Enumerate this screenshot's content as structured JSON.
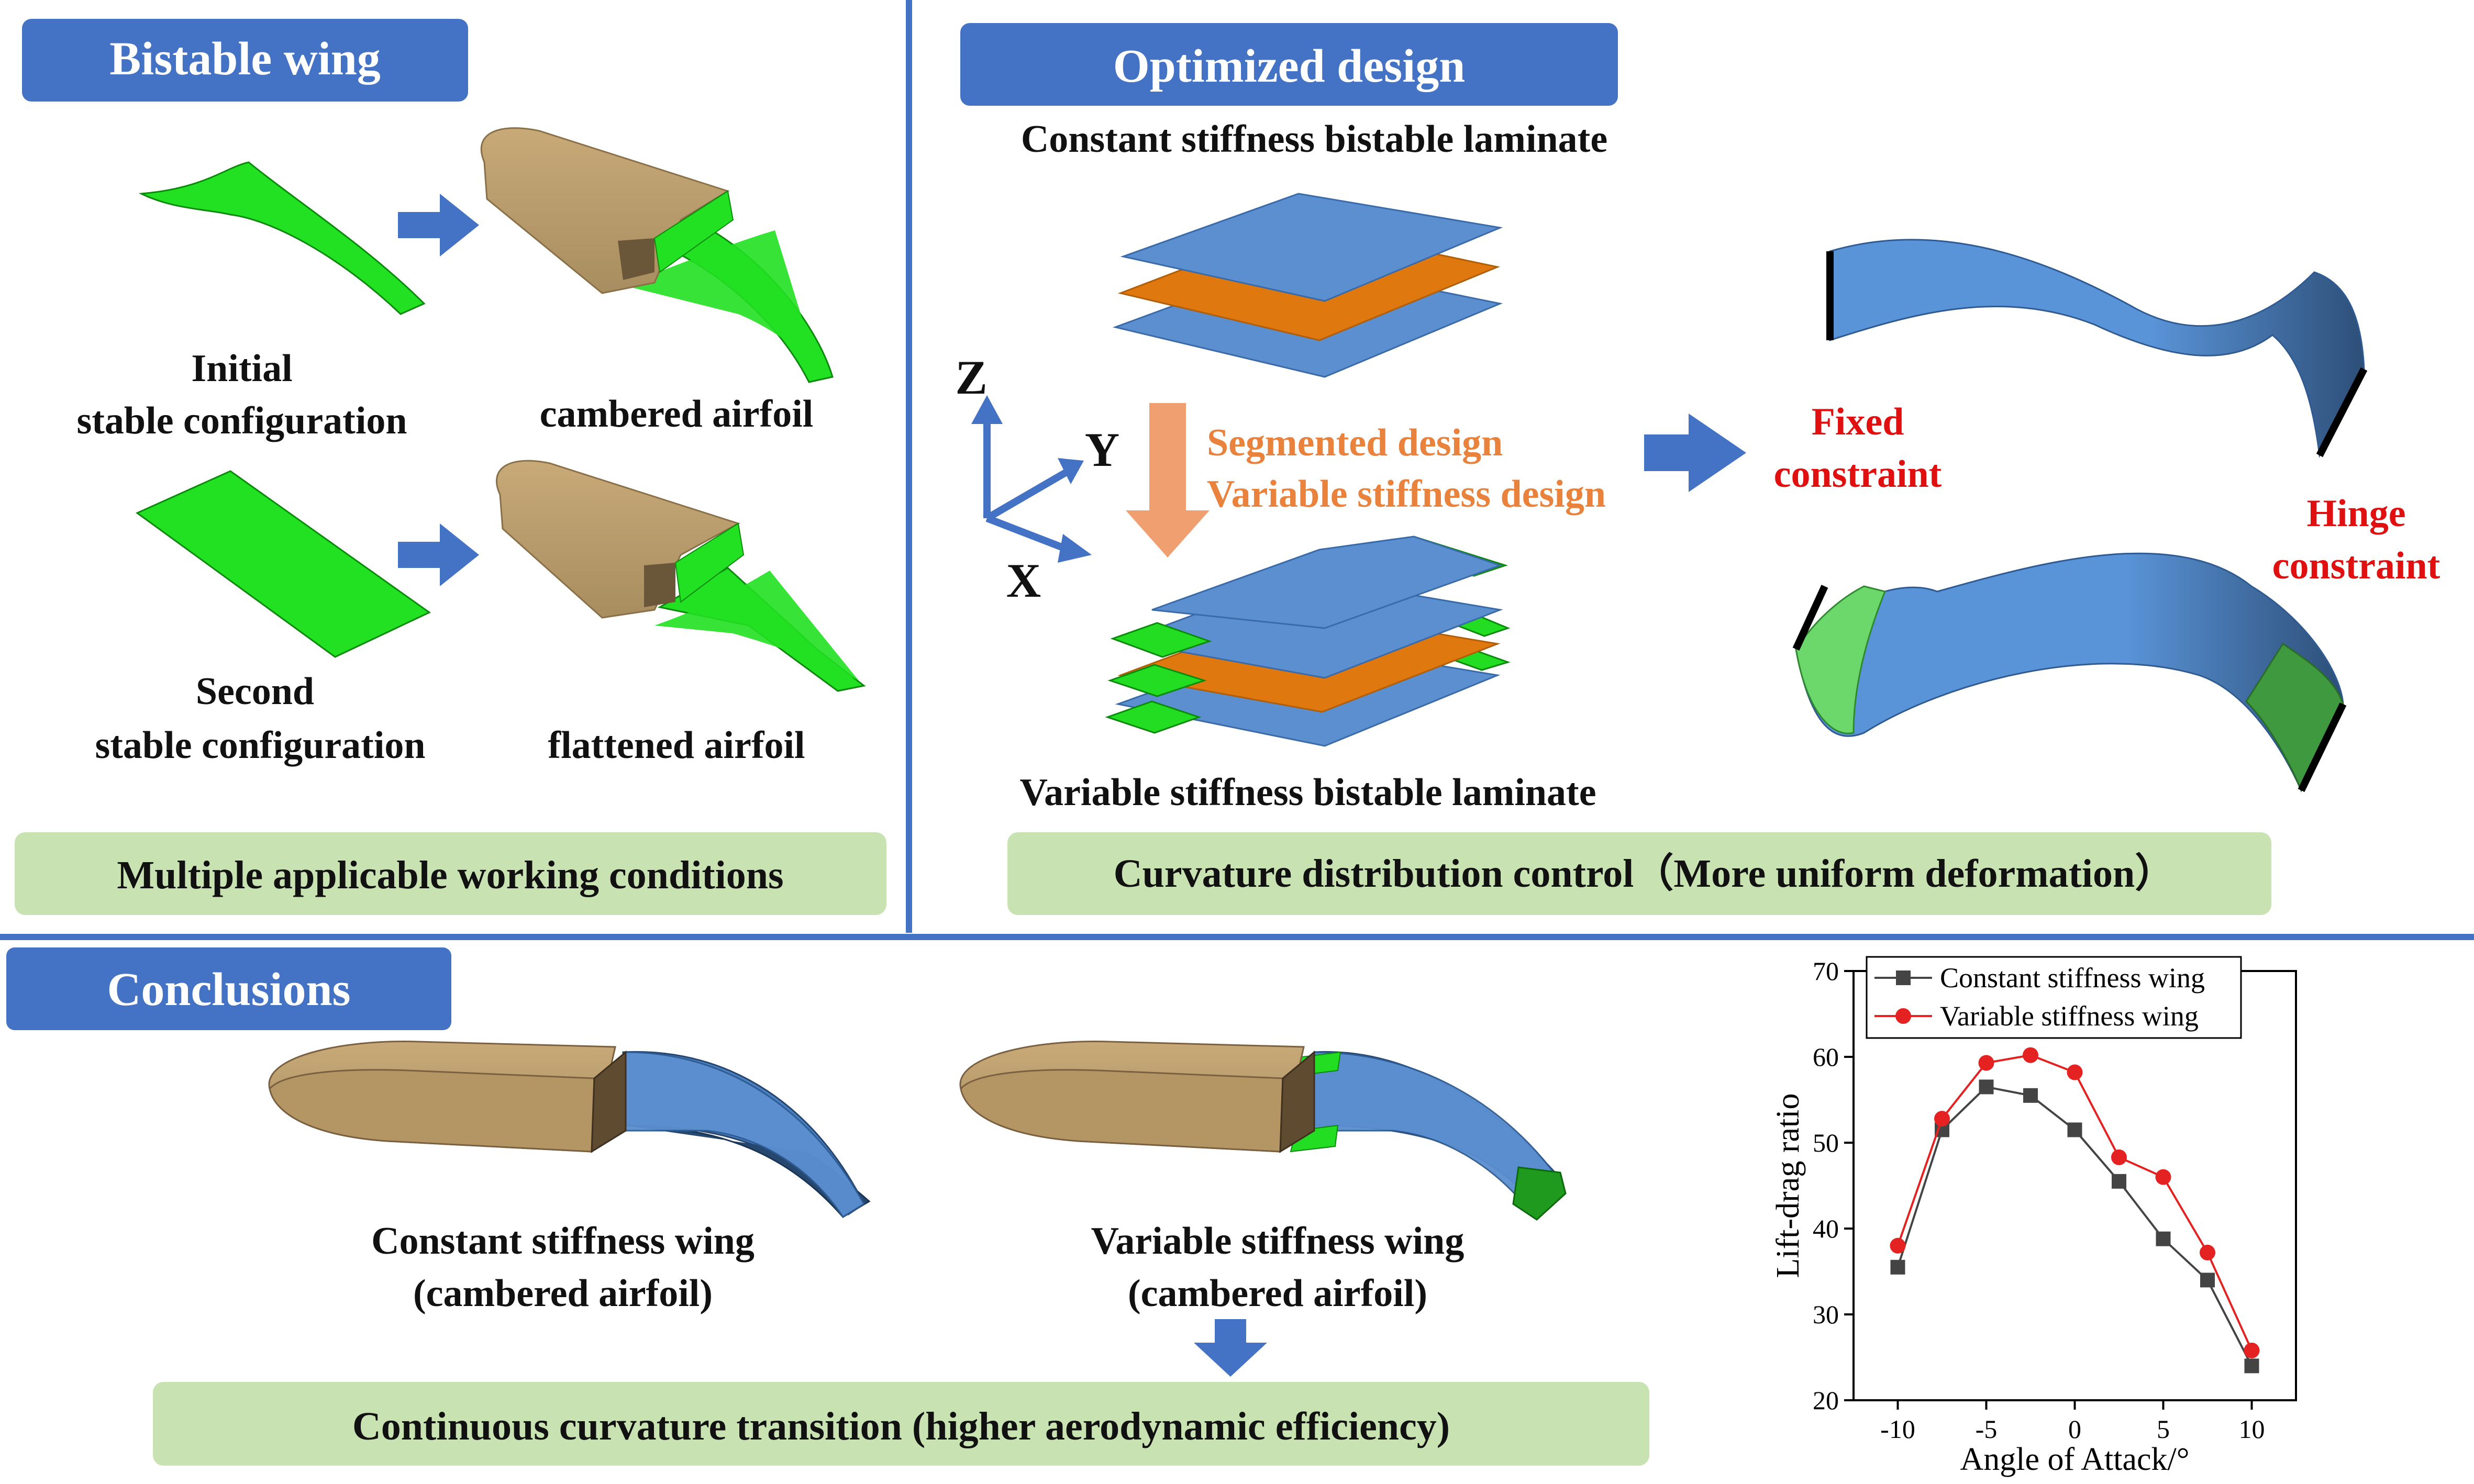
{
  "bistable_panel": {
    "title": "Bistable wing",
    "initial_label": [
      "Initial",
      "stable configuration"
    ],
    "cambered_label": "cambered airfoil",
    "second_label": [
      "Second",
      "stable configuration"
    ],
    "flattened_label": "flattened airfoil",
    "footer": "Multiple applicable working conditions"
  },
  "optimized_panel": {
    "title": "Optimized design",
    "constant_laminate": "Constant stiffness bistable laminate",
    "variable_laminate": "Variable stiffness bistable laminate",
    "axes": [
      "Z",
      "Y",
      "X"
    ],
    "design_notes": [
      "Segmented design",
      "Variable stiffness design"
    ],
    "fixed_label": [
      "Fixed",
      "constraint"
    ],
    "hinge_label": [
      "Hinge",
      "constraint"
    ],
    "footer": "Curvature distribution control（More uniform deformation）"
  },
  "conclusions_panel": {
    "title": "Conclusions",
    "constant_wing": [
      "Constant stiffness wing",
      "(cambered airfoil)"
    ],
    "variable_wing": [
      "Variable stiffness wing",
      "(cambered airfoil)"
    ],
    "footer": "Continuous curvature transition (higher aerodynamic efficiency)"
  },
  "colors": {
    "title_blue": "#4472c4",
    "green_box": "#c9e2b2",
    "laminate_blue": "#5b8fd0",
    "laminate_orange": "#e07810",
    "green_strip": "#22dd22",
    "tan": "#b49a6e",
    "accent_orange": "#f0a070",
    "red": "#e01010",
    "red_series": "#e52222",
    "black_series": "#444444"
  },
  "chart_data": {
    "type": "line",
    "xlabel": "Angle of Attack/°",
    "ylabel": "Lift-drag ratio",
    "xlim": [
      -12.5,
      12.5
    ],
    "ylim": [
      20,
      70
    ],
    "xticks": [
      -10,
      -5,
      0,
      5,
      10
    ],
    "yticks": [
      20,
      30,
      40,
      50,
      60,
      70
    ],
    "legend_position": "top",
    "x": [
      -10,
      -7.5,
      -5,
      -2.5,
      0,
      2.5,
      5,
      7.5,
      10
    ],
    "series": [
      {
        "name": "Constant stiffness wing",
        "marker": "square",
        "values": [
          35.5,
          51.5,
          56.5,
          55.5,
          51.5,
          45.5,
          38.8,
          34.0,
          24.0
        ]
      },
      {
        "name": "Variable stiffness wing",
        "marker": "circle",
        "values": [
          38.0,
          52.8,
          59.3,
          60.2,
          58.2,
          48.3,
          46.0,
          37.2,
          25.8
        ]
      }
    ]
  }
}
